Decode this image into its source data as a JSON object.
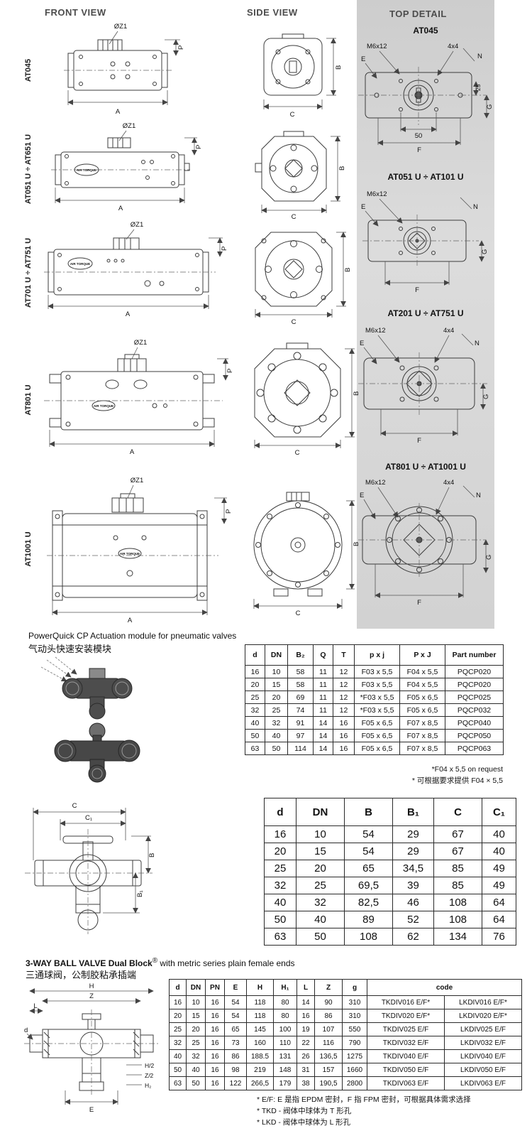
{
  "views": {
    "front_label": "FRONT VIEW",
    "side_label": "SIDE VIEW",
    "top_label": "TOP DETAIL"
  },
  "dim_labels": {
    "oz1": "ØZ1",
    "p": "P",
    "a": "A",
    "b": "B",
    "c": "C"
  },
  "brand": "AIR TORQUE",
  "actuators": [
    {
      "model": "AT045"
    },
    {
      "model": "AT051 U ÷ AT651 U"
    },
    {
      "model": "AT701 U ÷ AT751 U"
    },
    {
      "model": "AT801 U"
    },
    {
      "model": "AT1001 U"
    }
  ],
  "top_details": [
    {
      "title": "AT045",
      "m6": "M6x12",
      "bolt": "4x4",
      "e": "E",
      "n": "N",
      "g": "G",
      "f": "F",
      "dim1": "25",
      "dim2": "50"
    },
    {
      "title": "AT051 U ÷ AT101 U",
      "m6": "M6x12",
      "e": "E",
      "n": "N",
      "g": "G",
      "f": "F"
    },
    {
      "title": "AT201 U ÷ AT751 U",
      "m6": "M6x12",
      "bolt": "4x4",
      "e": "E",
      "n": "N",
      "g": "G",
      "f": "F"
    },
    {
      "title": "AT801 U ÷ AT1001 U",
      "m6": "M6x12",
      "bolt": "4x4",
      "e": "E",
      "n": "N",
      "g": "G",
      "f": "F"
    }
  ],
  "powerquick": {
    "title_en": "PowerQuick CP  Actuation module for pneumatic valves",
    "title_cn": "气动头快速安装模块",
    "headers": [
      "d",
      "DN",
      "B₂",
      "Q",
      "T",
      "p x j",
      "P x J",
      "Part number"
    ],
    "rows": [
      [
        "16",
        "10",
        "58",
        "11",
        "12",
        "F03 x 5,5",
        "F04 x 5,5",
        "PQCP020"
      ],
      [
        "20",
        "15",
        "58",
        "11",
        "12",
        "F03 x 5,5",
        "F04 x 5,5",
        "PQCP020"
      ],
      [
        "25",
        "20",
        "69",
        "11",
        "12",
        "*F03 x 5,5",
        "F05 x 6,5",
        "PQCP025"
      ],
      [
        "32",
        "25",
        "74",
        "11",
        "12",
        "*F03 x 5,5",
        "F05 x 6,5",
        "PQCP032"
      ],
      [
        "40",
        "32",
        "91",
        "14",
        "16",
        "F05 x 6,5",
        "F07 x 8,5",
        "PQCP040"
      ],
      [
        "50",
        "40",
        "97",
        "14",
        "16",
        "F05 x 6,5",
        "F07 x 8,5",
        "PQCP050"
      ],
      [
        "63",
        "50",
        "114",
        "14",
        "16",
        "F05 x 6,5",
        "F07 x 8,5",
        "PQCP063"
      ]
    ],
    "note_en": "*F04 x 5,5 on request",
    "note_cn": "* 可根据要求提供 F04 × 5,5"
  },
  "dims_table": {
    "headers": [
      "d",
      "DN",
      "B",
      "B₁",
      "C",
      "C₁"
    ],
    "rows": [
      [
        "16",
        "10",
        "54",
        "29",
        "67",
        "40"
      ],
      [
        "20",
        "15",
        "54",
        "29",
        "67",
        "40"
      ],
      [
        "25",
        "20",
        "65",
        "34,5",
        "85",
        "49"
      ],
      [
        "32",
        "25",
        "69,5",
        "39",
        "85",
        "49"
      ],
      [
        "40",
        "32",
        "82,5",
        "46",
        "108",
        "64"
      ],
      [
        "50",
        "40",
        "89",
        "52",
        "108",
        "64"
      ],
      [
        "63",
        "50",
        "108",
        "62",
        "134",
        "76"
      ]
    ],
    "diagram_labels": {
      "c": "C",
      "c1": "C₁",
      "b": "B",
      "b1": "B₁"
    }
  },
  "ballvalve": {
    "title_en_bold": "3-WAY BALL VALVE Dual Block",
    "title_reg": "®",
    "title_en_rest": " with metric series plain female ends",
    "title_cn": "三通球阀，公制胶粘承插端",
    "headers": [
      "d",
      "DN",
      "PN",
      "E",
      "H",
      "H₁",
      "L",
      "Z",
      "g",
      "code"
    ],
    "rows": [
      [
        "16",
        "10",
        "16",
        "54",
        "118",
        "80",
        "14",
        "90",
        "310",
        "TKDIV016 E/F*",
        "LKDIV016 E/F*"
      ],
      [
        "20",
        "15",
        "16",
        "54",
        "118",
        "80",
        "16",
        "86",
        "310",
        "TKDIV020 E/F*",
        "LKDIV020 E/F*"
      ],
      [
        "25",
        "20",
        "16",
        "65",
        "145",
        "100",
        "19",
        "107",
        "550",
        "TKDIV025 E/F",
        "LKDIV025 E/F"
      ],
      [
        "32",
        "25",
        "16",
        "73",
        "160",
        "110",
        "22",
        "116",
        "790",
        "TKDIV032 E/F",
        "LKDIV032 E/F"
      ],
      [
        "40",
        "32",
        "16",
        "86",
        "188.5",
        "131",
        "26",
        "136,5",
        "1275",
        "TKDIV040 E/F",
        "LKDIV040 E/F"
      ],
      [
        "50",
        "40",
        "16",
        "98",
        "219",
        "148",
        "31",
        "157",
        "1660",
        "TKDIV050 E/F",
        "LKDIV050 E/F"
      ],
      [
        "63",
        "50",
        "16",
        "122",
        "266,5",
        "179",
        "38",
        "190,5",
        "2800",
        "TKDIV063 E/F",
        "LKDIV063 E/F"
      ]
    ],
    "notes": [
      "* E/F: E 是指 EPDM 密封，F 指 FPM 密封，可根据具体需求选择",
      "* TKD - 阀体中球体为 T 形孔",
      "* LKD - 阀体中球体为 L 形孔"
    ],
    "diagram_labels": {
      "h": "H",
      "z": "Z",
      "l": "L",
      "d": "d",
      "h2": "H/2",
      "z2": "Z/2",
      "hh2": "H₂",
      "e": "E"
    }
  }
}
